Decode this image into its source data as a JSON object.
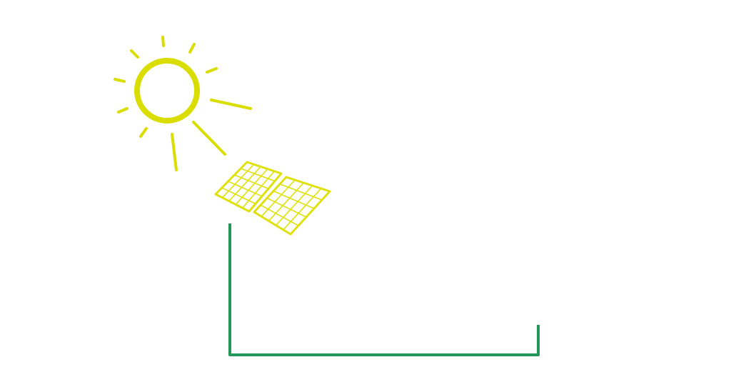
{
  "colors": {
    "sun": "#d9dd00",
    "panel": "#dfe10f",
    "wire": "#23975a",
    "background": "#ffffff"
  },
  "illustration": {
    "sun": {
      "icon": "sun-icon",
      "rays": 9
    },
    "panels": {
      "icon": "solar-panel-icon",
      "count": 2,
      "grid": [
        5,
        5
      ]
    },
    "wire": {
      "icon": "wire-line"
    }
  }
}
